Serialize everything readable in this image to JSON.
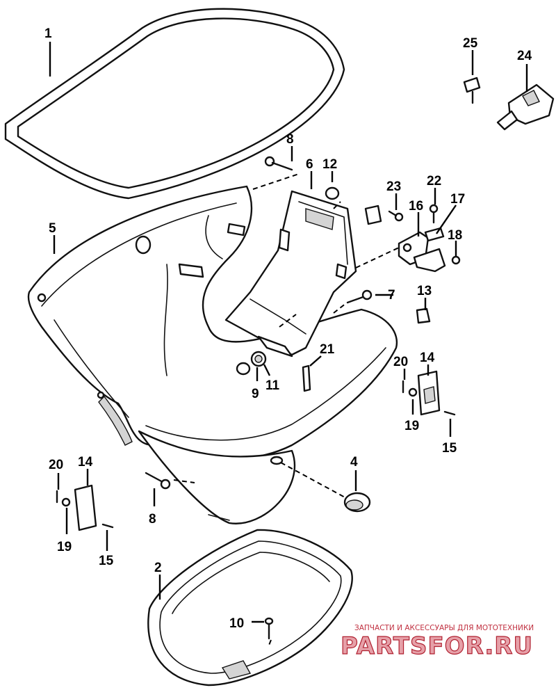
{
  "callouts": {
    "c1": "1",
    "c2": "2",
    "c4": "4",
    "c5": "5",
    "c6": "6",
    "c7": "7",
    "c8a": "8",
    "c8b": "8",
    "c9": "9",
    "c10": "10",
    "c11": "11",
    "c12": "12",
    "c13": "13",
    "c14a": "14",
    "c14b": "14",
    "c15a": "15",
    "c15b": "15",
    "c16": "16",
    "c17": "17",
    "c18": "18",
    "c19a": "19",
    "c19b": "19",
    "c20a": "20",
    "c20b": "20",
    "c21": "21",
    "c22": "22",
    "c23": "23",
    "c24": "24",
    "c25": "25"
  },
  "watermark": {
    "tagline": "ЗАПЧАСТИ И АКСЕССУАРЫ ДЛЯ МОТОТЕХНИКИ",
    "logo": "PARTSFOR.RU",
    "color": "#c03040"
  }
}
